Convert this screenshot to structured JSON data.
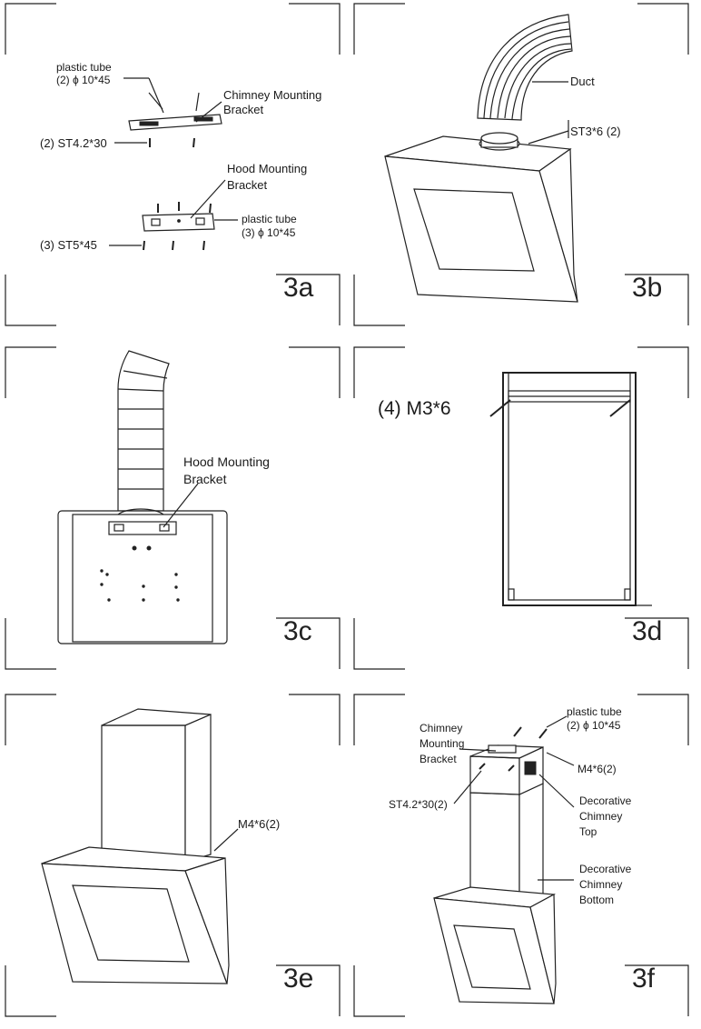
{
  "panels": {
    "p3a": {
      "figure": "3a",
      "labels": {
        "plastic_tube_1": "plastic tube",
        "plastic_tube_1_spec": "(2) ϕ  10*45",
        "chimney_bracket_1": "Chimney Mounting",
        "chimney_bracket_2": "Bracket",
        "screw_st42": "(2) ST4.2*30",
        "hood_bracket_1": "Hood Mounting",
        "hood_bracket_2": "Bracket",
        "plastic_tube_2": "plastic tube",
        "plastic_tube_2_spec": "(3) ϕ  10*45",
        "screw_st5": "(3) ST5*45"
      }
    },
    "p3b": {
      "figure": "3b",
      "labels": {
        "duct": "Duct",
        "screw_st3": "ST3*6 (2)"
      }
    },
    "p3c": {
      "figure": "3c",
      "labels": {
        "hood_bracket_1": "Hood Mounting",
        "hood_bracket_2": "Bracket"
      }
    },
    "p3d": {
      "figure": "3d",
      "labels": {
        "screw_m3": "(4) M3*6"
      }
    },
    "p3e": {
      "figure": "3e",
      "labels": {
        "screw_m4": "M4*6(2)"
      }
    },
    "p3f": {
      "figure": "3f",
      "labels": {
        "plastic_tube": "plastic tube",
        "plastic_tube_spec": "(2) ϕ  10*45",
        "chimney_bracket_1": "Chimney",
        "chimney_bracket_2": "Mounting",
        "chimney_bracket_3": "Bracket",
        "screw_m4": "M4*6(2)",
        "screw_st42": "ST4.2*30(2)",
        "deco_top_1": "Decorative",
        "deco_top_2": "Chimney",
        "deco_top_3": "Top",
        "deco_bottom_1": "Decorative",
        "deco_bottom_2": "Chimney",
        "deco_bottom_3": "Bottom"
      }
    }
  }
}
